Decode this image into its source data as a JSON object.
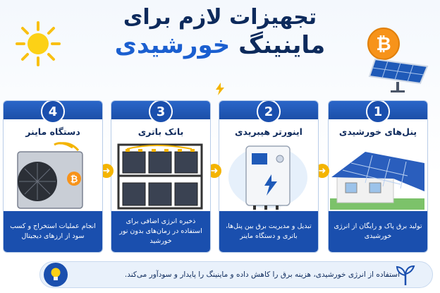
{
  "title": {
    "line1": "تجهیزات لازم برای",
    "line2_dark": "ماینینگ",
    "line2_accent": "خورشیدی"
  },
  "steps": [
    {
      "num": "1",
      "label": "پنل‌های خورشیدی",
      "desc": "تولید برق پاک و رایگان از انرژی خورشیدی"
    },
    {
      "num": "2",
      "label": "اینورتر هیبریدی",
      "desc": "تبدیل و مدیریت برق بین پنل‌ها، باتری و دستگاه ماینر"
    },
    {
      "num": "3",
      "label": "بانک باتری",
      "desc": "ذخیره انرژی اضافی برای استفاده در زمان‌های بدون نور خورشید"
    },
    {
      "num": "4",
      "label": "دستگاه ماینر",
      "desc": "انجام عملیات استخراج و کسب سود از ارزهای دیجیتال"
    }
  ],
  "footer": "استفاده از انرژی خورشیدی، هزینه برق را کاهش داده و ماینینگ را پایدار و سودآور می‌کند.",
  "icons": [
    "sun-icon",
    "bitcoin-icon",
    "solar-panel-icon",
    "lightning-icon",
    "arrow-icon",
    "lightbulb-icon",
    "plant-icon"
  ],
  "colors": {
    "navy": "#0d2a5c",
    "blue": "#1a4fae",
    "accent_blue": "#1b5fd0",
    "yellow": "#f4b400",
    "orange": "#f7931a"
  }
}
